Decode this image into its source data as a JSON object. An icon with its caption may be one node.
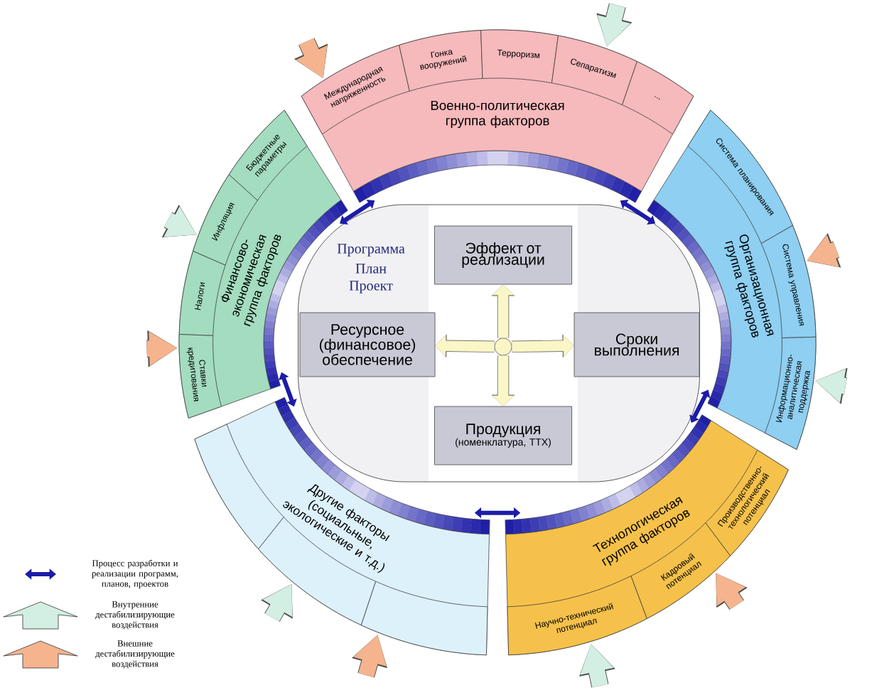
{
  "diagram": {
    "nodes": [
      {
        "text": [
          "Военно-политическая группа факторов"
        ]
      },
      {
        "text": [
          "Международная напряженность"
        ],
        "in": 0
      },
      {
        "text": [
          "Гонка вооружений"
        ],
        "in": 0
      },
      {
        "text": [
          "Терроризм"
        ],
        "in": 0
      },
      {
        "text": [
          "Сепаратизм"
        ],
        "in": 0
      },
      {
        "text": [
          "..."
        ],
        "in": 0
      },
      {
        "text": [
          "Финансово-экономическая группа факторов"
        ]
      },
      {
        "text": [
          "Бюджетные параметры"
        ],
        "in": 6
      },
      {
        "text": [
          "Инфляция"
        ],
        "in": 6
      },
      {
        "text": [
          "Налоги"
        ],
        "in": 6
      },
      {
        "text": [
          "Ставки кредитования"
        ],
        "in": 6
      },
      {
        "text": [
          "Организационная группа факторов"
        ]
      },
      {
        "text": [
          "Система планирования"
        ],
        "in": 11
      },
      {
        "text": [
          "Система управления"
        ],
        "in": 11
      },
      {
        "text": [
          "Информационно-аналитическая поддержка"
        ],
        "in": 11
      },
      {
        "text": [
          "Программа",
          "План",
          "Проект"
        ]
      },
      {
        "text": [
          "Эффект от реализации"
        ],
        "in": 15
      },
      {
        "text": [
          "Ресурсное (финансовое) обеспечение"
        ],
        "in": 15
      },
      {
        "text": [],
        "shape": "circle",
        "in": 15
      },
      {
        "text": [
          "Сроки выполнения"
        ],
        "in": 15
      },
      {
        "text": [
          "Продукция",
          "(номенклатура, ТТХ)"
        ],
        "in": 15
      },
      {
        "text": [
          "Другие факторы (социальные, экологические и т.д.)"
        ]
      },
      {
        "text": [],
        "shape": "box",
        "in": 21
      },
      {
        "text": [],
        "shape": "box",
        "in": 21
      },
      {
        "text": [],
        "shape": "box",
        "in": 21
      },
      {
        "text": [
          "Технологическая группа факторов"
        ]
      },
      {
        "text": [
          "Научно-технический потенциал"
        ],
        "in": 25
      },
      {
        "text": [
          "Кадровый потенциал"
        ],
        "in": 25
      },
      {
        "text": [
          "Производственно-технологический потенциал"
        ],
        "in": 25
      }
    ],
    "edges": [
      {
        "from": 18,
        "to": 16,
        "arrow": "to",
        "color": "#fbf6c6"
      },
      {
        "from": 18,
        "to": 17,
        "arrow": "to",
        "color": "#fbf6c6"
      },
      {
        "from": 18,
        "to": 19,
        "arrow": "to",
        "color": "#fbf6c6"
      },
      {
        "from": 18,
        "to": 20,
        "arrow": "to",
        "color": "#fbf6c6"
      },
      {
        "from": 0,
        "to": 6,
        "arrow": "both",
        "color": "#1c1ca8"
      },
      {
        "from": 6,
        "to": 21,
        "arrow": "both",
        "color": "#1c1ca8"
      },
      {
        "from": 21,
        "to": 25,
        "arrow": "both",
        "color": "#1c1ca8"
      },
      {
        "from": 25,
        "to": 11,
        "arrow": "both",
        "color": "#1c1ca8"
      },
      {
        "from": 11,
        "to": 0,
        "arrow": "both",
        "color": "#1c1ca8"
      },
      {
        "from": null,
        "to": 1,
        "arrow": "to",
        "color": "#f5b48e"
      },
      {
        "from": null,
        "to": 4,
        "arrow": "to",
        "color": "#d3eee2"
      },
      {
        "from": null,
        "to": 8,
        "arrow": "to",
        "color": "#d3eee2"
      },
      {
        "from": null,
        "to": 10,
        "arrow": "to",
        "color": "#f5b48e"
      },
      {
        "from": null,
        "to": 13,
        "arrow": "to",
        "color": "#f5b48e"
      },
      {
        "from": null,
        "to": 14,
        "arrow": "to",
        "color": "#d3eee2"
      },
      {
        "from": null,
        "to": 27,
        "arrow": "to",
        "color": "#f5b48e"
      },
      {
        "from": null,
        "to": 26,
        "arrow": "to",
        "color": "#d3eee2"
      },
      {
        "from": null,
        "to": 23,
        "arrow": "to",
        "color": "#d3eee2"
      },
      {
        "from": null,
        "to": 24,
        "arrow": "to",
        "color": "#f5b48e"
      }
    ],
    "legend": [
      {
        "text": "Процесс разработки и реализации программ, планов, проектов"
      },
      {
        "text": "Внутренние дестабилизирующие воздействия"
      },
      {
        "text": "Внешние дестабилизирующие воздействия"
      }
    ]
  }
}
